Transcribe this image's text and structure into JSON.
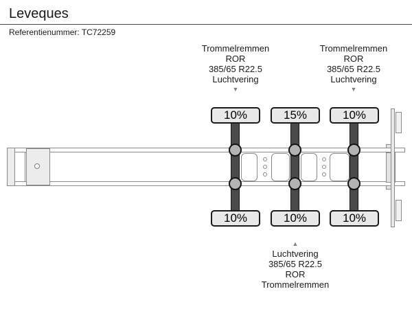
{
  "header": {
    "title": "Leveques",
    "reference_label": "Referentienummer: TC72259"
  },
  "annotations": {
    "top": [
      {
        "lines": [
          "Trommelremmen",
          "ROR",
          "385/65 R22.5",
          "Luchtvering"
        ],
        "arrow": "▼",
        "points_to": "axle-1"
      },
      {
        "lines": [
          "Trommelremmen",
          "ROR",
          "385/65 R22.5",
          "Luchtvering"
        ],
        "arrow": "▼",
        "points_to": "axle-3"
      }
    ],
    "bottom": {
      "arrow": "▲",
      "lines": [
        "Luchtvering",
        "385/65 R22.5",
        "ROR",
        "Trommelremmen"
      ],
      "points_to": "axle-2"
    }
  },
  "axles": [
    {
      "name": "axle-1",
      "top_pct": "10%",
      "bottom_pct": "10%"
    },
    {
      "name": "axle-2",
      "top_pct": "15%",
      "bottom_pct": "10%"
    },
    {
      "name": "axle-3",
      "top_pct": "10%",
      "bottom_pct": "10%"
    }
  ],
  "colors": {
    "background": "#ffffff",
    "outline_gray": "#8a8a8a",
    "axle_dark": "#4a4a4a",
    "wheel_fill": "#e8e8e8",
    "mount_fill": "#b3b3b3",
    "arrow_gray": "#7f7f7f",
    "text": "#1a1a1a"
  }
}
